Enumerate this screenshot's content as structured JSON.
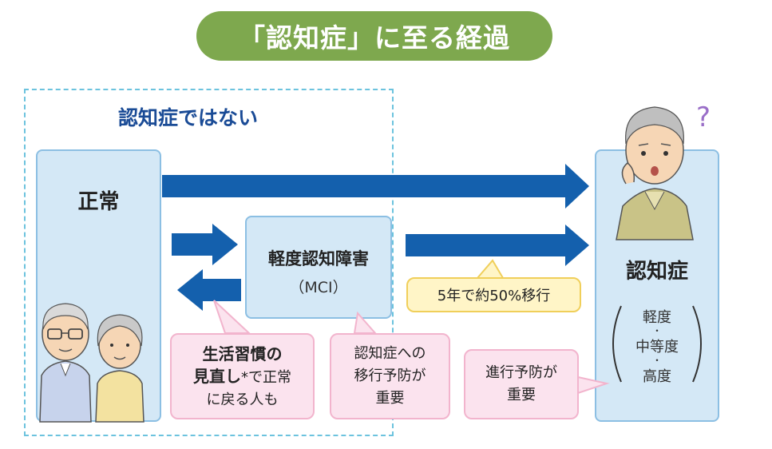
{
  "title": "「認知症」に至る経過",
  "region_label": "認知症ではない",
  "nodes": {
    "normal": "正常",
    "mci_title": "軽度認知障害",
    "mci_abbrev": "（MCI）",
    "dementia": "認知症"
  },
  "severity": {
    "mild": "軽度",
    "moderate": "中等度",
    "severe": "高度",
    "dot": "・"
  },
  "callouts": {
    "conversion_rate": "5年で約50%移行",
    "return_line1_bold": "生活習慣の",
    "return_line2_bold": "見直し",
    "return_line2_rest": "*で正常",
    "return_line3": "に戻る人も",
    "mci_prevent_line1": "認知症への",
    "mci_prevent_line2": "移行予防が",
    "mci_prevent_line3": "重要",
    "progress_line1": "進行予防が",
    "progress_line2": "重要"
  },
  "colors": {
    "title_bg": "#7ea84e",
    "arrow": "#1460ad",
    "box_fill": "#d4e8f6",
    "callout_pink": "#fbe3ee",
    "callout_yellow": "#fff5c7",
    "region_label": "#1a4b96"
  },
  "icons": [
    "elderly-couple-icon",
    "confused-elderly-man-icon",
    "question-mark-icon"
  ]
}
